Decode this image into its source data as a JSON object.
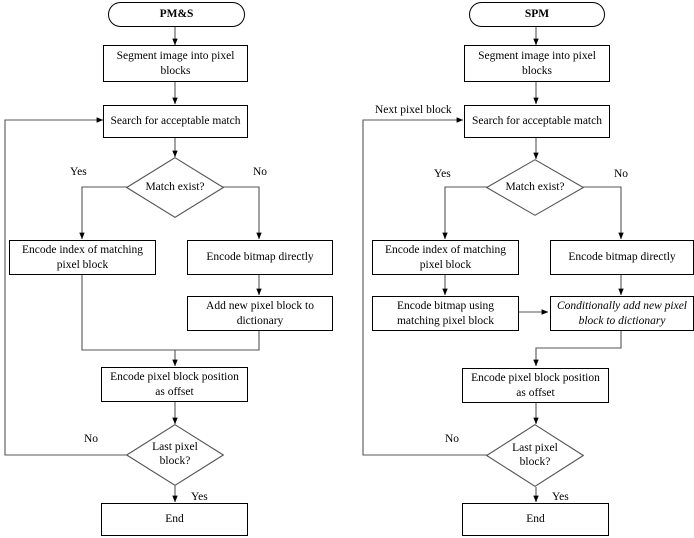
{
  "figure": {
    "type": "flowchart",
    "description": "Side-by-side flowcharts comparing PM&S and SPM pixel block coding algorithms"
  },
  "left_flow": {
    "title": "PM&S",
    "nodes": {
      "start": "PM&S",
      "segment": "Segment image into pixel blocks",
      "search": "Search for acceptable match",
      "match_decision": "Match exist?",
      "encode_index": "Encode index of matching pixel block",
      "encode_bitmap": "Encode bitmap directly",
      "add_dict": "Add new pixel block to dictionary",
      "encode_offset": "Encode pixel block position as offset",
      "last_decision": "Last pixel block?",
      "end": "End"
    },
    "edge_labels": {
      "match_yes": "Yes",
      "match_no": "No",
      "last_no": "No",
      "last_yes": "Yes"
    }
  },
  "right_flow": {
    "title": "SPM",
    "nodes": {
      "start": "SPM",
      "segment": "Segment image into pixel blocks",
      "search": "Search for acceptable match",
      "match_decision": "Match exist?",
      "encode_index": "Encode index of matching pixel block",
      "encode_bitmap": "Encode bitmap directly",
      "encode_bitmap_using": "Encode bitmap using matching pixel block",
      "cond_add_dict": "Conditionally add new pixel block to dictionary",
      "encode_offset": "Encode pixel block position as offset",
      "last_decision": "Last pixel block?",
      "end": "End"
    },
    "edge_labels": {
      "loop_back": "Next pixel block",
      "match_yes": "Yes",
      "match_no": "No",
      "last_no": "No",
      "last_yes": "Yes"
    }
  },
  "colors": {
    "stroke": "#000000",
    "fill": "#ffffff",
    "text": "#000000"
  }
}
